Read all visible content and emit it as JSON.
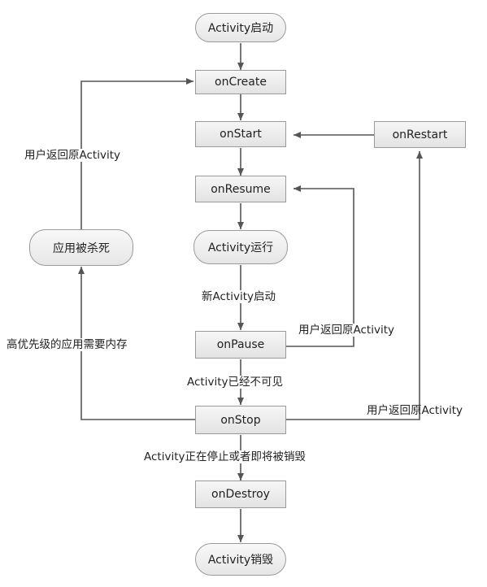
{
  "nodes": {
    "activity_start": "Activity启动",
    "on_create": "onCreate",
    "on_start": "onStart",
    "on_restart": "onRestart",
    "on_resume": "onResume",
    "activity_running": "Activity运行",
    "app_killed": "应用被杀死",
    "on_pause": "onPause",
    "on_stop": "onStop",
    "on_destroy": "onDestroy",
    "activity_destroyed": "Activity销毁"
  },
  "edge_labels": {
    "user_return_left": "用户返回原Activity",
    "new_activity_start": "新Activity启动",
    "user_return_pause": "用户返回原Activity",
    "high_priority_memory": "高优先级的应用需要内存",
    "activity_invisible": "Activity已经不可见",
    "user_return_stop": "用户返回原Activity",
    "stopping_or_destroyed": "Activity正在停止或者即将被销毁"
  },
  "colors": {
    "node_border": "#9a9a9a",
    "node_fill": "#e8e8e8",
    "line": "#555555"
  }
}
